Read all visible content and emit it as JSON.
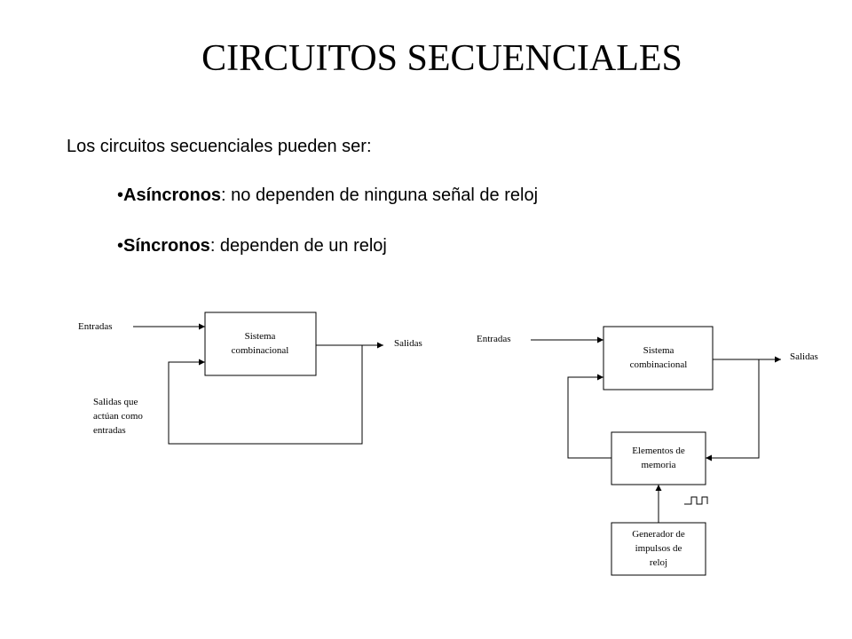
{
  "title": "CIRCUITOS SECUENCIALES",
  "intro": "Los circuitos secuenciales pueden ser:",
  "bullets": [
    {
      "marker": "•",
      "term": "Asíncronos",
      "rest": ": no dependen de ninguna señal de reloj"
    },
    {
      "marker": "•",
      "term": "Síncronos",
      "rest": ": dependen de un reloj"
    }
  ],
  "diagram_left": {
    "input": "Entradas",
    "block": [
      "Sistema",
      "combinacional"
    ],
    "output": "Salidas",
    "feedback": [
      "Salidas que",
      "actúan como",
      "entradas"
    ]
  },
  "diagram_right": {
    "input": "Entradas",
    "block": [
      "Sistema",
      "combinacional"
    ],
    "output": "Salidas",
    "memory": [
      "Elementos de",
      "memoria"
    ],
    "clock": [
      "Generador de",
      "impulsos de",
      "reloj"
    ]
  }
}
